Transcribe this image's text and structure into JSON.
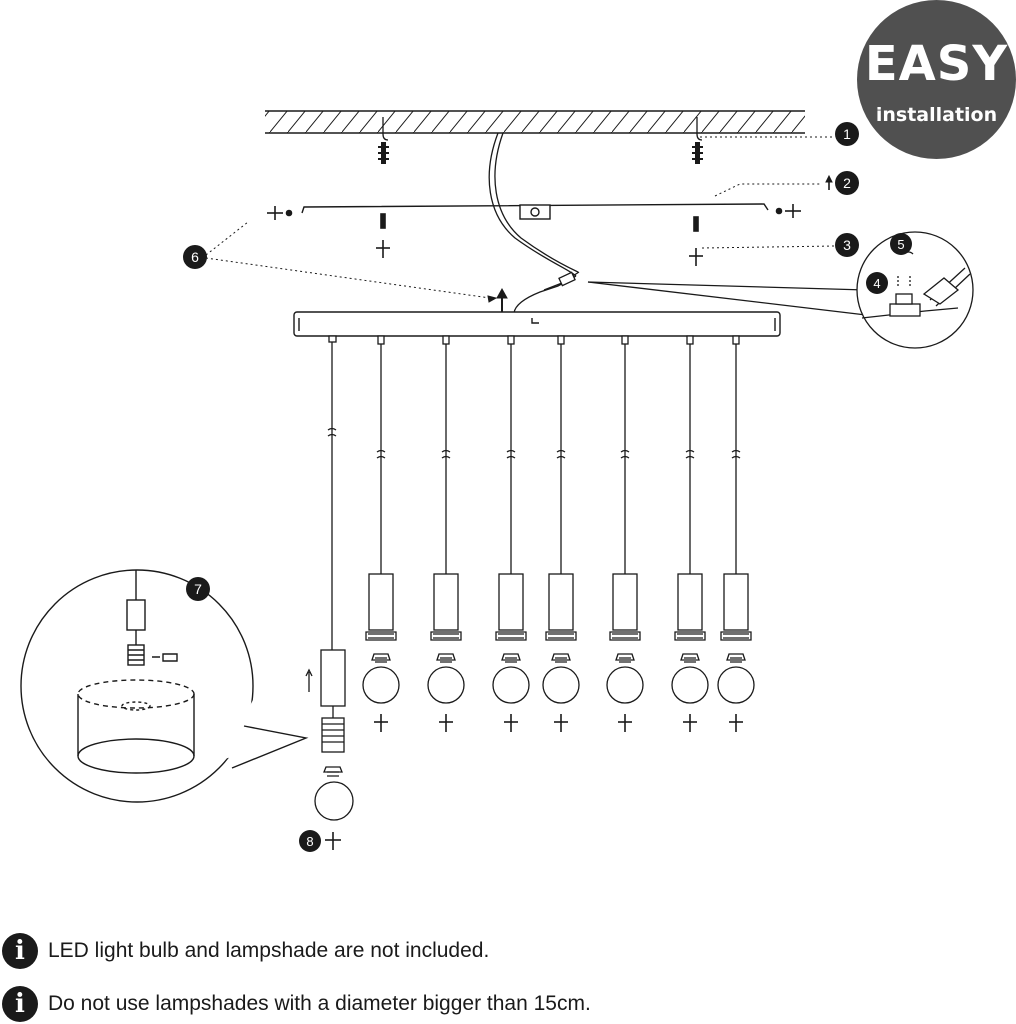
{
  "badge": {
    "title": "EASY",
    "subtitle": "installation"
  },
  "steps": [
    "1",
    "2",
    "3",
    "4",
    "5",
    "6",
    "7",
    "8"
  ],
  "notes": [
    "LED light bulb and lampshade are not included.",
    "Do not use lampshades with a diameter bigger than 15cm."
  ],
  "icons": {
    "info": "i"
  },
  "colors": {
    "badge": "#505050",
    "line": "#1a1a1a"
  }
}
